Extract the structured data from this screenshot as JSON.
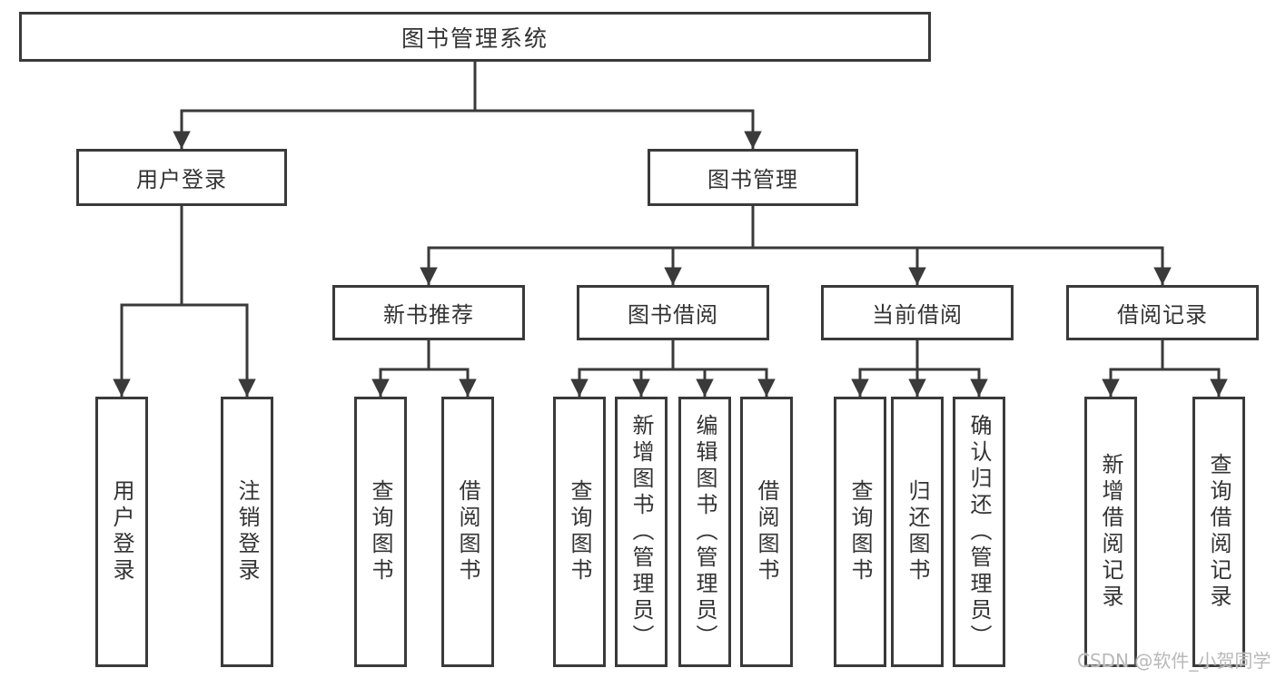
{
  "root": {
    "label": "图书管理系统"
  },
  "branches": [
    {
      "label": "用户登录"
    },
    {
      "label": "图书管理"
    }
  ],
  "modules": [
    {
      "label": "新书推荐",
      "parent": "图书管理"
    },
    {
      "label": "图书借阅",
      "parent": "图书管理"
    },
    {
      "label": "当前借阅",
      "parent": "图书管理"
    },
    {
      "label": "借阅记录",
      "parent": "图书管理"
    }
  ],
  "leaves": [
    {
      "label": "用户登录",
      "parent": "用户登录"
    },
    {
      "label": "注销登录",
      "parent": "用户登录"
    },
    {
      "label": "查询图书",
      "parent": "新书推荐"
    },
    {
      "label": "借阅图书",
      "parent": "新书推荐"
    },
    {
      "label": "查询图书",
      "parent": "图书借阅"
    },
    {
      "label": "新增图书（管理员）",
      "parent": "图书借阅"
    },
    {
      "label": "编辑图书（管理员）",
      "parent": "图书借阅"
    },
    {
      "label": "借阅图书",
      "parent": "图书借阅"
    },
    {
      "label": "查询图书",
      "parent": "当前借阅"
    },
    {
      "label": "归还图书",
      "parent": "当前借阅"
    },
    {
      "label": "确认归还（管理员）",
      "parent": "当前借阅"
    },
    {
      "label": "新增借阅记录",
      "parent": "借阅记录"
    },
    {
      "label": "查询借阅记录",
      "parent": "借阅记录"
    }
  ],
  "watermark": "CSDN @软件_小贺同学",
  "colors": {
    "line": "#3a3a3a",
    "text": "#333333",
    "watermark": "#b9b9b9",
    "background": "#ffffff"
  }
}
